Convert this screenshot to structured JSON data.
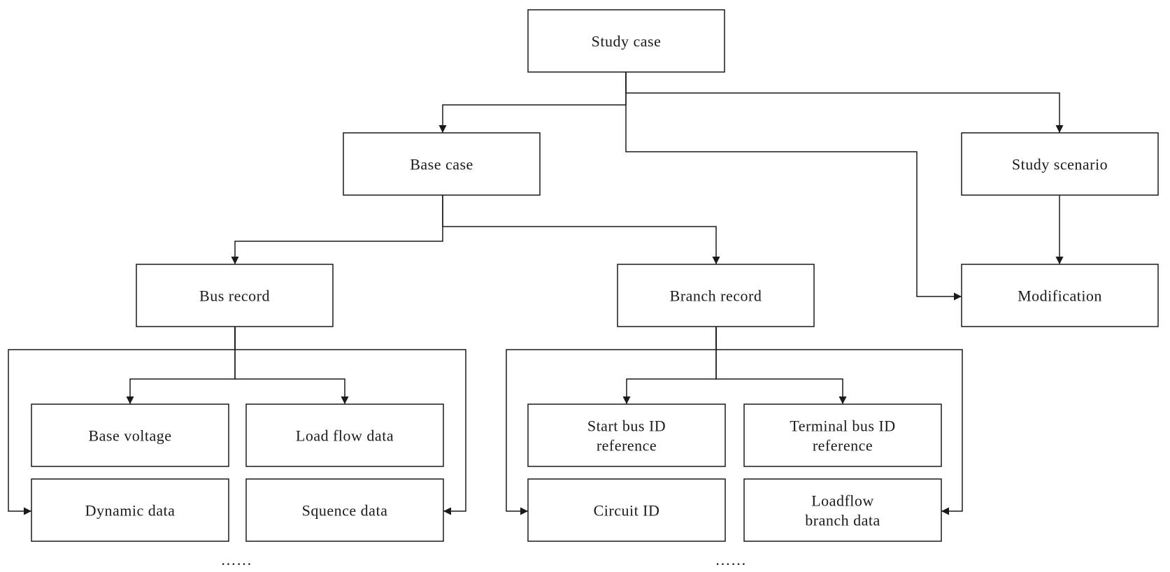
{
  "nodes": [
    {
      "id": "study-case",
      "lines": [
        "Study case"
      ]
    },
    {
      "id": "base-case",
      "lines": [
        "Base case"
      ]
    },
    {
      "id": "study-scenario",
      "lines": [
        "Study scenario"
      ]
    },
    {
      "id": "bus-record",
      "lines": [
        "Bus record"
      ]
    },
    {
      "id": "branch-record",
      "lines": [
        "Branch record"
      ]
    },
    {
      "id": "modification",
      "lines": [
        "Modification"
      ]
    },
    {
      "id": "base-voltage",
      "lines": [
        "Base voltage"
      ]
    },
    {
      "id": "load-flow-data",
      "lines": [
        "Load flow data"
      ]
    },
    {
      "id": "dynamic-data",
      "lines": [
        "Dynamic data"
      ]
    },
    {
      "id": "squence-data",
      "lines": [
        "Squence data"
      ]
    },
    {
      "id": "start-bus-id-reference",
      "lines": [
        "Start bus ID",
        "reference"
      ]
    },
    {
      "id": "terminal-bus-id-reference",
      "lines": [
        "Terminal bus ID",
        "reference"
      ]
    },
    {
      "id": "circuit-id",
      "lines": [
        "Circuit ID"
      ]
    },
    {
      "id": "loadflow-branch-data",
      "lines": [
        "Loadflow",
        "branch data"
      ]
    }
  ],
  "edges": [
    {
      "from": "study-case",
      "to": "base-case"
    },
    {
      "from": "study-case",
      "to": "study-scenario"
    },
    {
      "from": "study-case",
      "to": "modification"
    },
    {
      "from": "study-scenario",
      "to": "modification"
    },
    {
      "from": "base-case",
      "to": "bus-record"
    },
    {
      "from": "base-case",
      "to": "branch-record"
    },
    {
      "from": "bus-record",
      "to": "base-voltage"
    },
    {
      "from": "bus-record",
      "to": "load-flow-data"
    },
    {
      "from": "bus-record",
      "to": "dynamic-data"
    },
    {
      "from": "bus-record",
      "to": "squence-data"
    },
    {
      "from": "branch-record",
      "to": "start-bus-id-reference"
    },
    {
      "from": "branch-record",
      "to": "terminal-bus-id-reference"
    },
    {
      "from": "branch-record",
      "to": "circuit-id"
    },
    {
      "from": "branch-record",
      "to": "loadflow-branch-data"
    }
  ],
  "ellipses": [
    {
      "id": "bus-record-more",
      "text": "……"
    },
    {
      "id": "branch-record-more",
      "text": "……"
    }
  ]
}
